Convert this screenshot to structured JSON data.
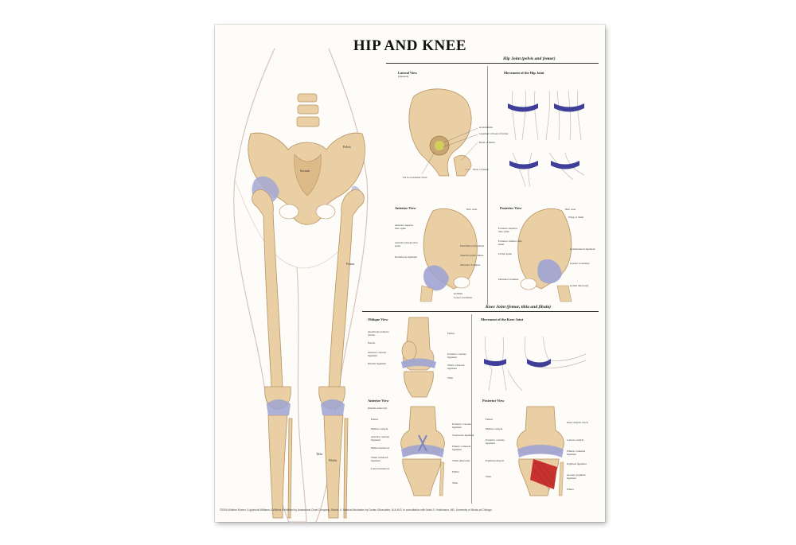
{
  "poster": {
    "title": "HIP AND KNEE",
    "hip_section": "Hip Joint (pelvis and femur)",
    "knee_section": "Knee Joint (femur, tibia and fibula)",
    "main_labels": {
      "pelvis": "Pelvis",
      "sacrum": "Sacrum",
      "femur": "Femur",
      "tibia": "Tibia",
      "fibula": "Fibula"
    },
    "lateral_view": {
      "title": "Lateral View",
      "subtitle": "(Opened)",
      "labels": [
        "Acetabulum",
        "Ligament of head of femur",
        "Head of femur",
        "Neck of femur",
        "Fat in acetabular fossa"
      ]
    },
    "hip_movement": {
      "title": "Movement of the Hip Joint"
    },
    "anterior_hip": {
      "title": "Anterior View",
      "labels": [
        "Iliac crest",
        "Anterior superior iliac spine",
        "Anterior inferior iliac spine",
        "Iliofemoral ligament",
        "Pubofemoral ligament",
        "Superior pubic ramus",
        "Obturator foramen",
        "Ischium",
        "Lesser trochanter"
      ]
    },
    "posterior_hip": {
      "title": "Posterior View",
      "labels": [
        "Iliac crest",
        "Wing of ilium",
        "Posterior superior iliac spine",
        "Posterior inferior iliac spine",
        "Ischial spine",
        "Ischiofemoral ligament",
        "Greater trochanter",
        "Ischial tuberosity",
        "Obturator foramen"
      ]
    },
    "oblique_view": {
      "title": "Oblique View",
      "labels": [
        "Quadriceps femoris tendon",
        "Patella",
        "Anterior cruciate ligament",
        "Patellar ligament",
        "Femur",
        "Posterior cruciate ligament",
        "Tibial collateral ligament",
        "Tibia"
      ]
    },
    "knee_movement": {
      "title": "Movement of the Knee Joint"
    },
    "anterior_knee": {
      "title": "Anterior View",
      "subtitle": "(Patella removed)",
      "labels": [
        "Femur",
        "Medial condyle",
        "Anterior cruciate ligament",
        "Medial meniscus",
        "Tibial collateral ligament",
        "Lateral meniscus",
        "Posterior cruciate ligament",
        "Transverse ligament",
        "Fibular collateral ligament",
        "Tibial tuberosity",
        "Fibula",
        "Tibia"
      ]
    },
    "posterior_knee": {
      "title": "Posterior View",
      "labels": [
        "Femur",
        "Intercondylar notch",
        "Medial condyle",
        "Lateral condyle",
        "Posterior cruciate ligament",
        "Fibular collateral ligament",
        "Popliteal ligament",
        "Arcuate popliteal ligament",
        "Popliteus muscle",
        "Tibia",
        "Fibula"
      ]
    },
    "footer": "©2004 Wolters Kluwer | Lippincott Williams & Wilkins   Published by Anatomical Chart Company, Skokie, IL   Medical illustration by Dorian Sikorvatsin, M.A.M.S. in consultation with Mark S. Hutchinson, MD, University of Illinois at Chicago"
  },
  "colors": {
    "bone": "#e9cfa3",
    "bone_shade": "#c9a571",
    "skin_outline": "#d8c4bb",
    "ligament": "#8f95c9",
    "muscle": "#c8322e",
    "movement_band": "#3f3f9a"
  }
}
